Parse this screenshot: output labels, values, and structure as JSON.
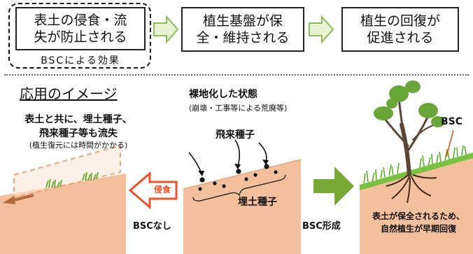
{
  "flow": {
    "box1": {
      "line1": "表土の侵食・流",
      "line2": "失が防止される"
    },
    "box1_caption": "BSCによる効果",
    "box2": {
      "line1": "植生基盤が保",
      "line2": "全・維持される"
    },
    "box3": {
      "line1": "植生の回復が",
      "line2": "促進される"
    }
  },
  "section": {
    "title": "応用のイメージ"
  },
  "left": {
    "note_line1": "表土と共に、埋土種子、",
    "note_line2": "飛来種子等も流失",
    "note_sub": "(植生復元には時間がかかる)",
    "erosion_label": "侵食",
    "no_bsc_label": "BSCなし"
  },
  "middle": {
    "state_line1": "裸地化した状態",
    "state_line2": "(崩壊・工事等による荒廃等)",
    "flying_seeds": "飛来種子",
    "buried_seeds": "埋土種子",
    "bsc_formation_label": "BSC形成"
  },
  "right": {
    "bsc_label": "BSC",
    "result_line1": "表土が保全されるため、",
    "result_line2": "自然植生が早期回復"
  },
  "colors": {
    "soil": "#f4bf9d",
    "soil_dark": "#e9a57c",
    "flow_arrow_fill": "#e8f3d2",
    "flow_arrow_stroke": "#8dbb5a",
    "big_arrow_green": "#7aa836",
    "bsc_green": "#7ac142",
    "erosion_red": "#e8532b",
    "arrow_brown": "#b56a3c"
  }
}
